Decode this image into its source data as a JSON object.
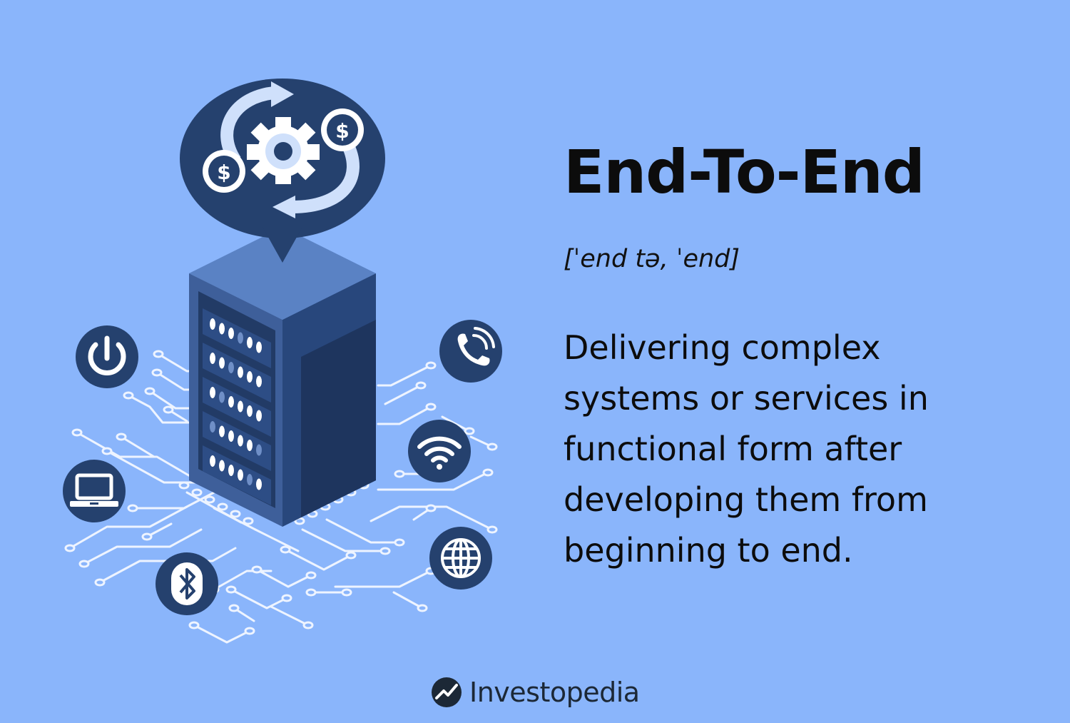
{
  "title": "End-To-End",
  "pronunciation": "[ˈend tə, ˈend]",
  "definition": "Delivering complex systems or services in functional form after developing them from beginning to end.",
  "brand": {
    "name": "Investopedia",
    "icon": "investopedia-logo-icon"
  },
  "illustration": {
    "center": "server-rack",
    "bubble_icons": [
      "gear-icon",
      "dollar-coin-icon",
      "dollar-coin-icon",
      "cycle-arrows-icon"
    ],
    "left_icons": [
      "power-icon",
      "laptop-icon",
      "bluetooth-icon"
    ],
    "right_icons": [
      "phone-icon",
      "wifi-icon",
      "globe-icon"
    ],
    "dollar_symbol": "$"
  },
  "colors": {
    "background": "#8ab5fb",
    "navy": "#25416e",
    "light_blue": "#cfe0fb",
    "text": "#0c0c0c"
  }
}
